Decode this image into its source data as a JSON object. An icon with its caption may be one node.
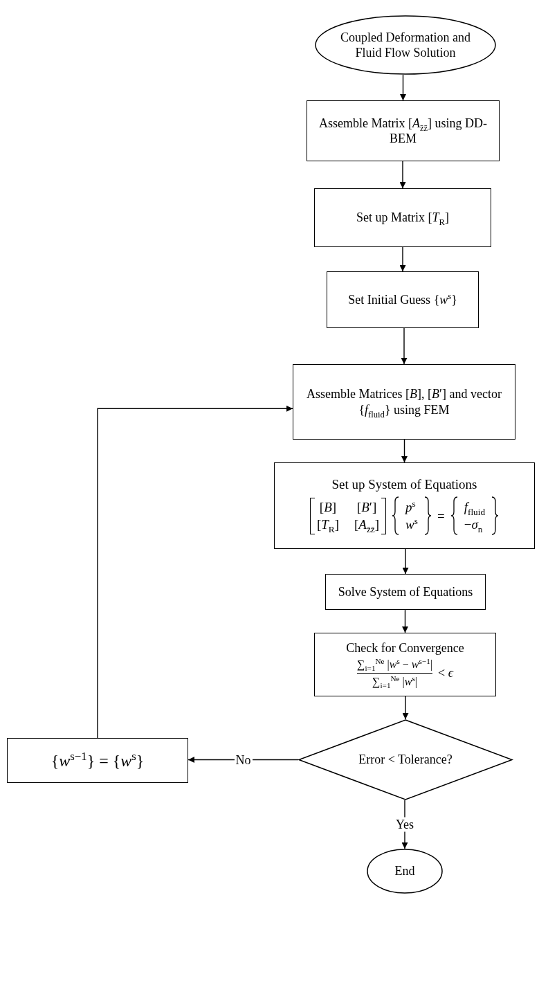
{
  "diagram": {
    "nodes": [
      {
        "text": [
          "Coupled Deformation and Fluid Flow Solution"
        ]
      },
      {
        "text": [
          "Assemble Matrix [*A*$_{z̄z̄}$] using DD-BEM"
        ]
      },
      {
        "text": [
          "Set up Matrix [*T*$_{R}$]"
        ]
      },
      {
        "text": [
          "Set Initial Guess {*w*$^{s}$}"
        ]
      },
      {
        "text": [
          "Assemble Matrices [*B*], [*B*′] and vector {*f*$_{fluid}$} using FEM"
        ]
      },
      {
        "text": [
          "Set up System of Equations",
          "[*B*]",
          "[*B*′]",
          "[*T*$_{R}$]",
          "[*A*$_{z̄z̄}$]",
          "*p*$^{s}$",
          "*w*$^{s}$",
          "=",
          "*f*$_{fluid}$",
          "−*σ*$_{n}$"
        ]
      },
      {
        "text": [
          "Solve System of Equations"
        ]
      },
      {
        "text": [
          "Check for Convergence",
          "∑$_{i=1}$$^{Ne}$ |*w*$^{s}$ − *w*$^{s−1}$|",
          "∑$_{i=1}$$^{Ne}$ |*w*$^{s}$|",
          "< *ϵ*"
        ]
      },
      {
        "text": [
          "Error < Tolerance?"
        ]
      },
      {
        "text": [
          "{*w*$^{s−1}$} = {*w*$^{s}$}"
        ]
      },
      {
        "text": [
          "End"
        ]
      }
    ],
    "edges": [
      {
        "from": 0,
        "to": 1,
        "arrow": "to"
      },
      {
        "from": 1,
        "to": 2,
        "arrow": "to"
      },
      {
        "from": 2,
        "to": 3,
        "arrow": "to"
      },
      {
        "from": 3,
        "to": 4,
        "arrow": "to"
      },
      {
        "from": 4,
        "to": 5,
        "arrow": "to"
      },
      {
        "from": 5,
        "to": 6,
        "arrow": "to"
      },
      {
        "from": 6,
        "to": 7,
        "arrow": "to"
      },
      {
        "from": 7,
        "to": 8,
        "arrow": "to"
      },
      {
        "from": 8,
        "to": 9,
        "arrow": "to",
        "label": "No"
      },
      {
        "from": 8,
        "to": 10,
        "arrow": "to",
        "label": "Yes"
      },
      {
        "from": 9,
        "to": 4,
        "arrow": "to"
      }
    ]
  }
}
